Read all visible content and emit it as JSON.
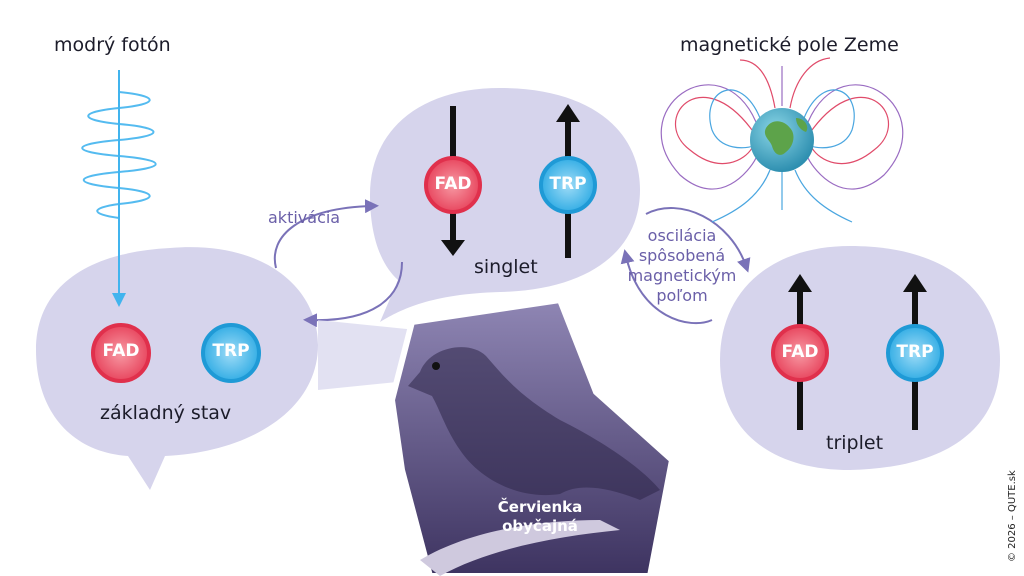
{
  "title_photon": "modrý fotón",
  "title_field": "magnetické pole Zeme",
  "states": {
    "ground": "základný stav",
    "singlet": "singlet",
    "triplet": "triplet"
  },
  "molecules": {
    "fad": "FAD",
    "trp": "TRP"
  },
  "transitions": {
    "activation": "aktivácia",
    "oscillation": [
      "oscilácia",
      "spôsobená",
      "magnetickým",
      "poľom"
    ]
  },
  "bird_name": [
    "Červienka",
    "obyčajná"
  ],
  "copyright": "© 2026 – QUTE.sk",
  "colors": {
    "bubble": "#d6d4ec",
    "fad": "#e8475f",
    "trp": "#2fa6e0",
    "arrow": "#7a72b8",
    "photon": "#41b4ee"
  }
}
